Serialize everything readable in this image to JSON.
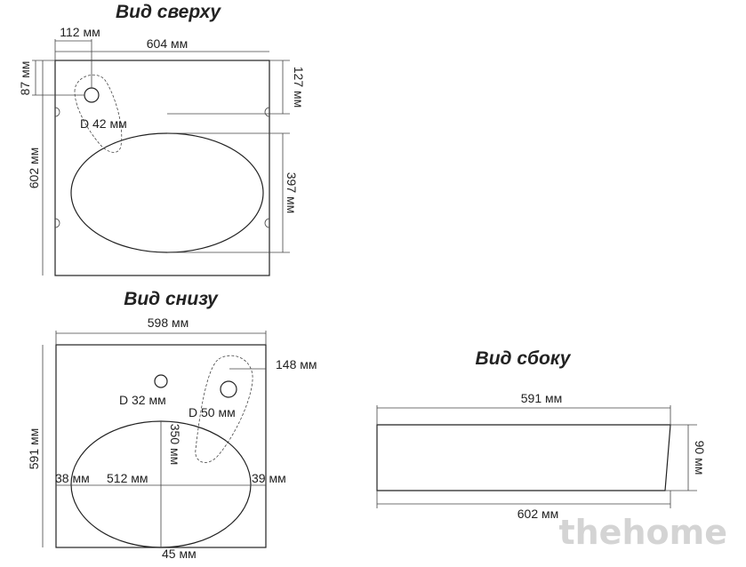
{
  "top_view": {
    "title": "Вид сверху",
    "dims": {
      "tap_offset_x": "112 мм",
      "width": "604 мм",
      "tap_offset_y": "87 мм",
      "tap_hole": "D 42 мм",
      "depth": "602 мм",
      "right_offset": "127 мм",
      "bowl_length": "397 мм"
    }
  },
  "bottom_view": {
    "title": "Вид снизу",
    "dims": {
      "width": "598 мм",
      "tap_offset": "148 мм",
      "drain_hole": "D 32 мм",
      "tap_hole": "D 50 мм",
      "depth": "591 мм",
      "bowl_depth": "350 мм",
      "left_margin": "38 мм",
      "bowl_width": "512 мм",
      "right_margin": "39 мм",
      "bottom_margin": "45 мм"
    }
  },
  "side_view": {
    "title": "Вид сбоку",
    "dims": {
      "top_width": "591 мм",
      "height": "90 мм",
      "bottom_width": "602 мм"
    }
  },
  "watermark": "thehome"
}
